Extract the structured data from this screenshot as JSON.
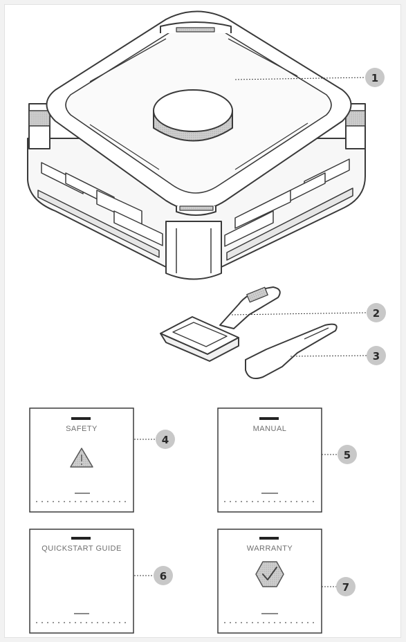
{
  "colors": {
    "line": "#3a3a3a",
    "fill_light": "#f4f4f4",
    "fill_dark": "#333333",
    "callout_bg": "#c8c8c8",
    "doc_text": "#6e6e6e"
  },
  "parts": [
    {
      "number": "1",
      "icon": "raclette-grill"
    },
    {
      "number": "2",
      "icon": "raclette-pan"
    },
    {
      "number": "3",
      "icon": "spatula"
    }
  ],
  "documents": [
    {
      "number": "4",
      "title": "SAFETY",
      "icon": "warning-triangle-icon"
    },
    {
      "number": "5",
      "title": "MANUAL",
      "icon": ""
    },
    {
      "number": "6",
      "title": "QUICKSTART GUIDE",
      "icon": ""
    },
    {
      "number": "7",
      "title": "WARRANTY",
      "icon": "checkmark-hexagon-icon"
    }
  ]
}
